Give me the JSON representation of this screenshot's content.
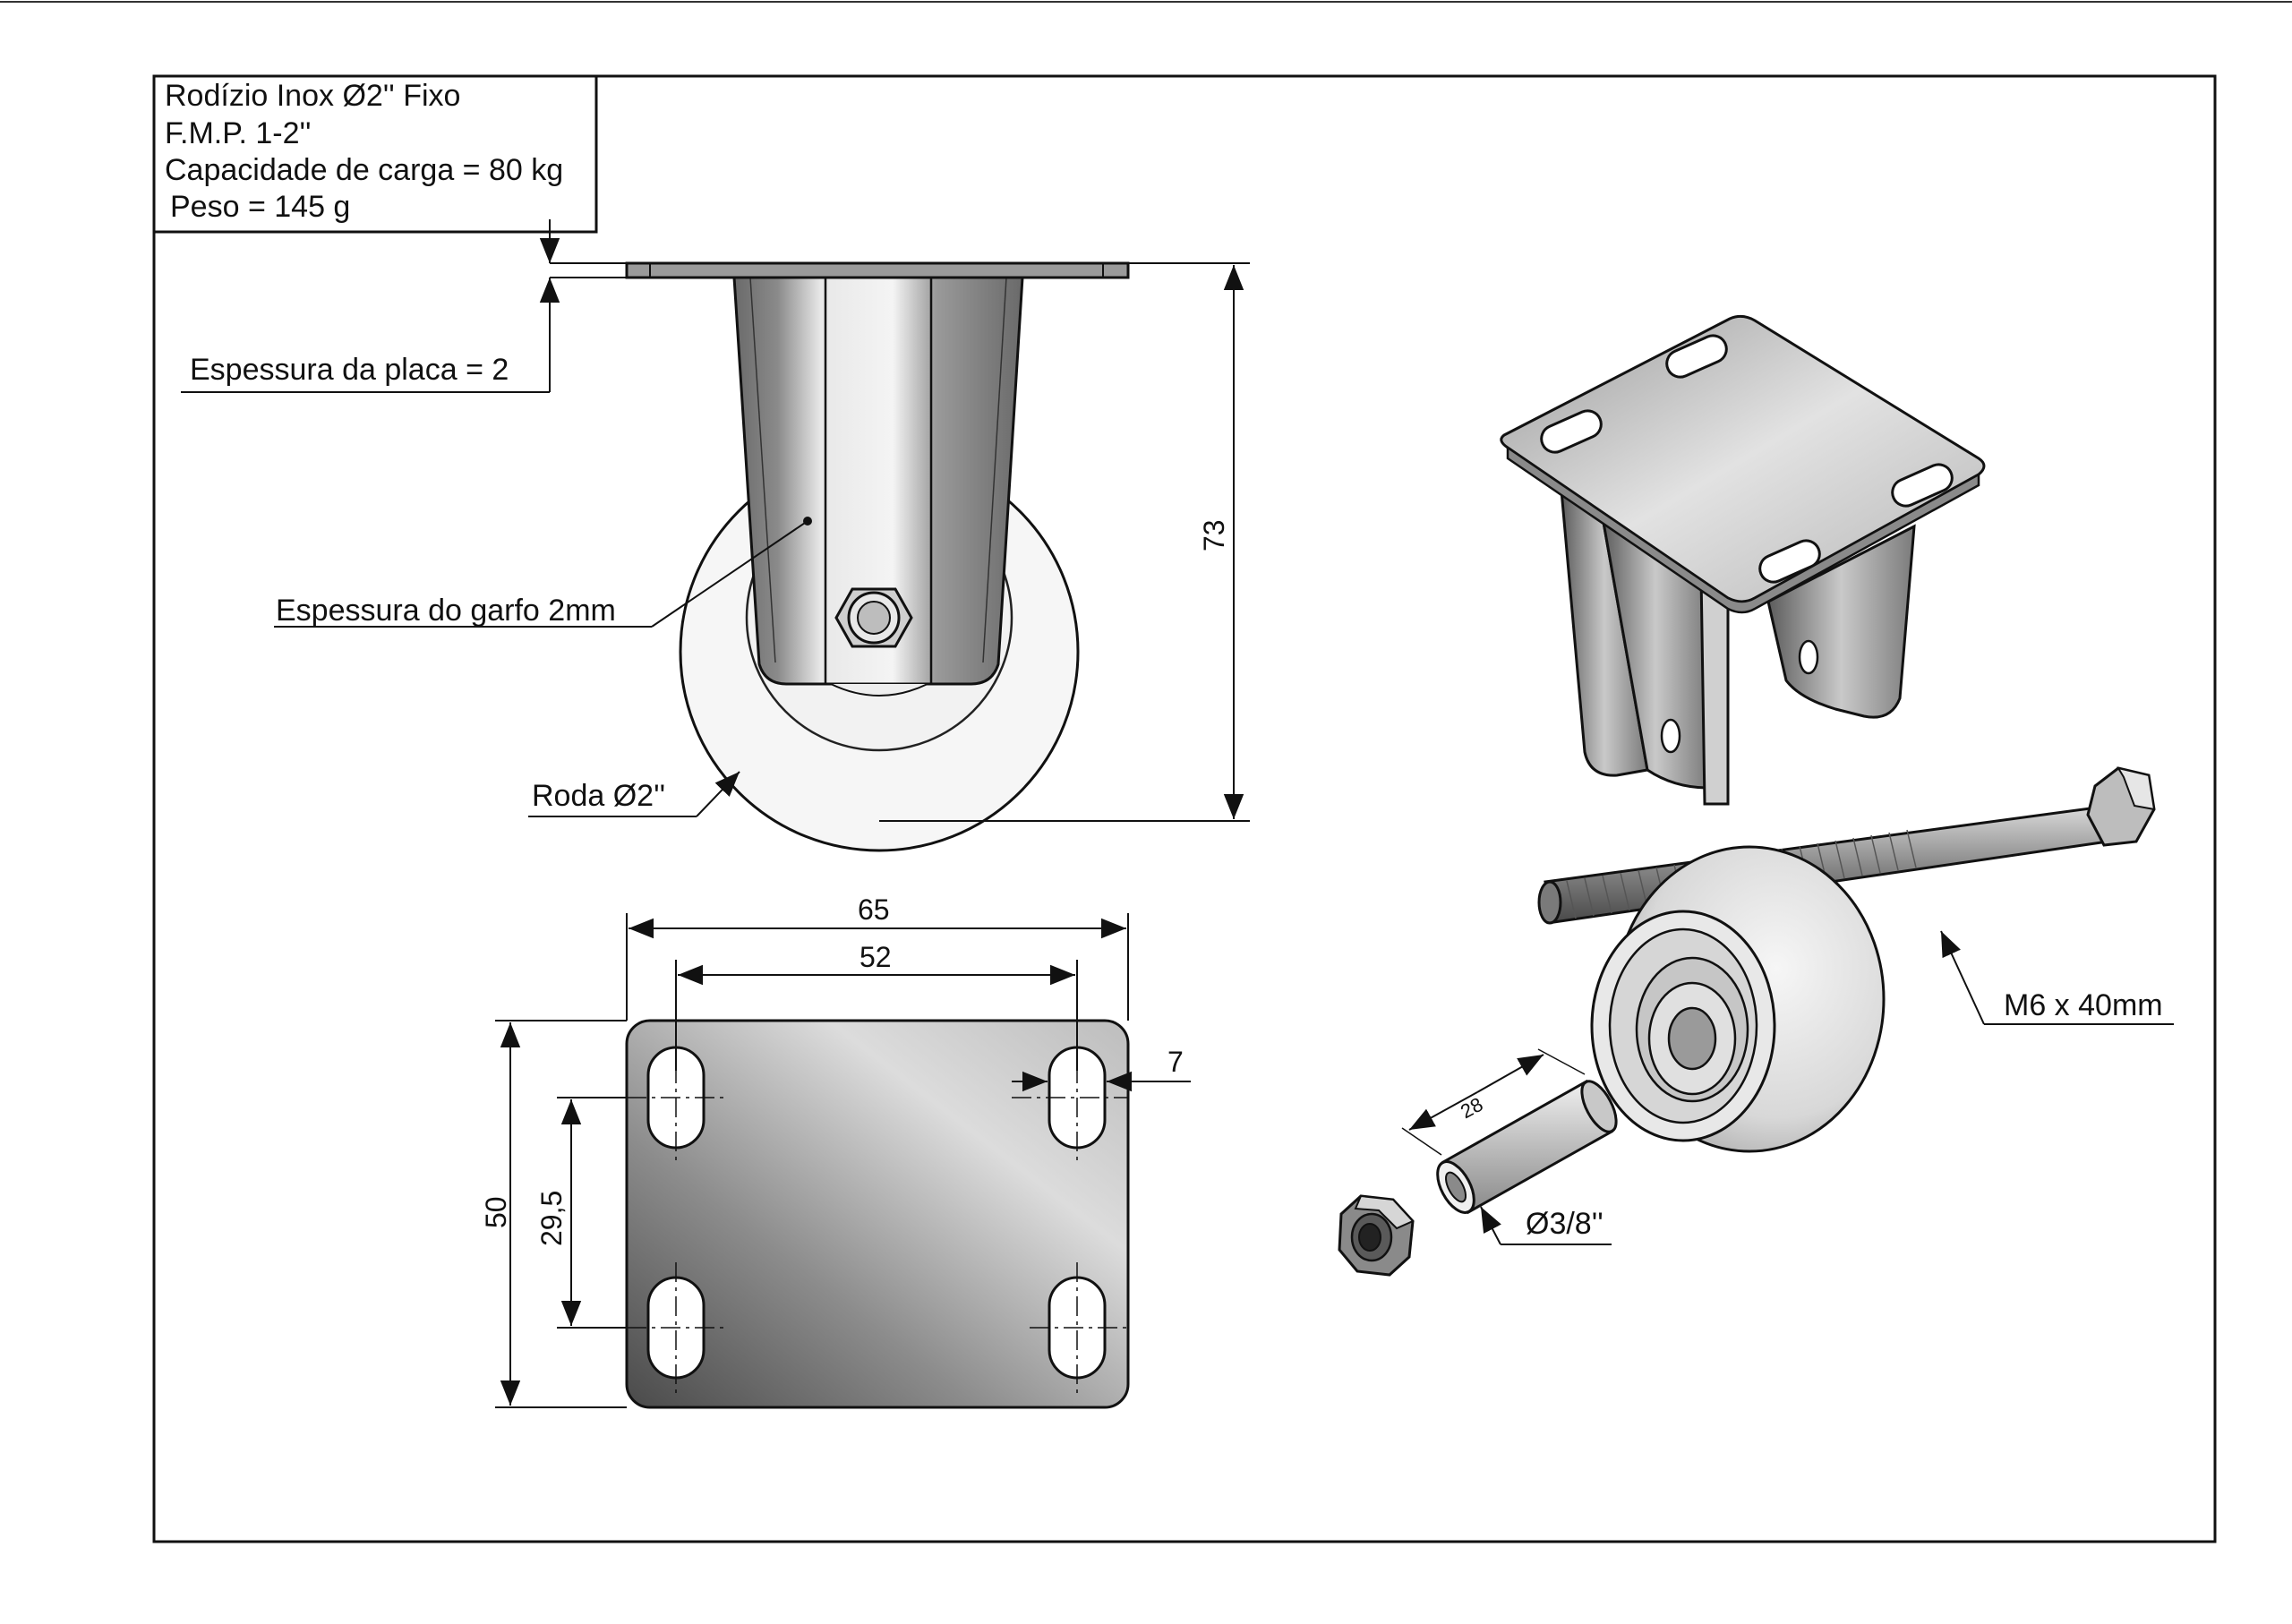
{
  "title_block": {
    "line1": "Rodízio Inox Ø2'' Fixo",
    "line2": "F.M.P. 1-2''",
    "line3": "Capacidade de carga = 80 kg",
    "line4": "Peso = 145 g"
  },
  "front_view": {
    "plate_thickness_label": "Espessura da placa = 2",
    "fork_thickness_label": "Espessura do garfo 2mm",
    "wheel_label": "Roda Ø2''",
    "height_dim": "73"
  },
  "plate_view": {
    "width_dim": "65",
    "hole_spacing_x_dim": "52",
    "slot_dim": "7",
    "height_dim": "50",
    "hole_spacing_y_dim": "29,5"
  },
  "exploded_view": {
    "bolt_label": "M6 x 40mm",
    "bushing_length_dim": "28",
    "bushing_diameter_label": "Ø3/8''"
  },
  "colors": {
    "line": "#111111",
    "metal_light": "#e6e6e6",
    "metal_dark": "#5a5a5a",
    "wheel": "#f4f4f4"
  }
}
